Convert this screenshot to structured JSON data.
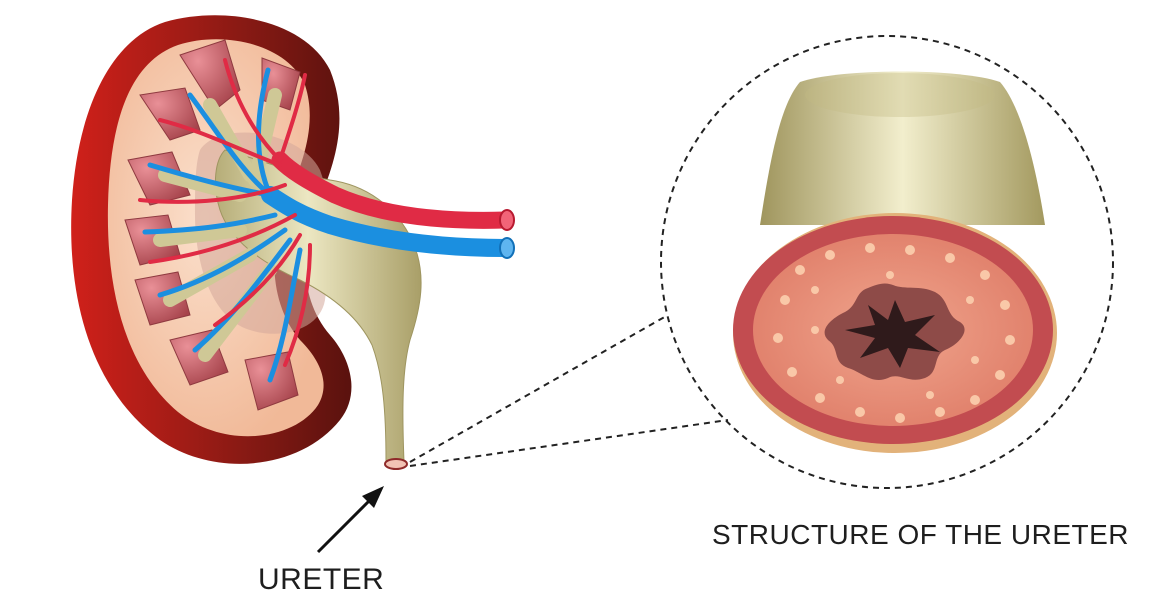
{
  "labels": {
    "ureter": "URETER",
    "structure": "STRUCTURE OF THE URETER"
  },
  "colors": {
    "capsule": "#8f1e16",
    "cortex": "#f5c6a7",
    "pyramid": "#b84e56",
    "artery": "#e02b45",
    "vein": "#1b8fe0",
    "pelvis": "#d6d0a2",
    "ureter_wall": "#d8d3a3",
    "muscle_layer": "#c24c50",
    "mucosa": "#e88f7a",
    "lumen": "#3a1e1f"
  },
  "icons": [
    "kidney-cross-section",
    "ureter-cross-section",
    "arrow-icon"
  ]
}
